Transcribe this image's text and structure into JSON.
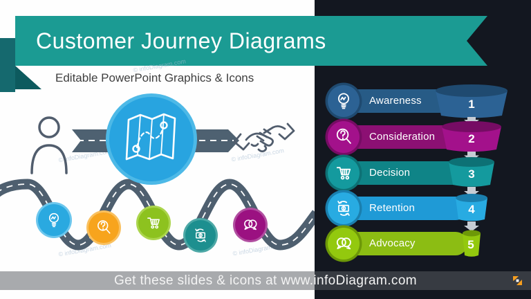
{
  "slide": {
    "title": "Customer Journey Diagrams",
    "subtitle": "Editable PowerPoint Graphics & Icons",
    "watermark": "© infoDiagram.com"
  },
  "funnel": {
    "stages": [
      {
        "label": "Awareness",
        "number": "1",
        "color": "#2c6294",
        "icon": "lightbulb-icon"
      },
      {
        "label": "Consideration",
        "number": "2",
        "color": "#a3118b",
        "icon": "search-question-icon"
      },
      {
        "label": "Decision",
        "number": "3",
        "color": "#149a9e",
        "icon": "cart-icon"
      },
      {
        "label": "Retention",
        "number": "4",
        "color": "#28abe2",
        "icon": "money-return-icon"
      },
      {
        "label": "Advocacy",
        "number": "5",
        "color": "#93c90e",
        "icon": "chat-bubbles-icon"
      }
    ]
  },
  "journey": {
    "start_icon": "person-icon",
    "middle_icon": "map-icon",
    "end_icon": "handshake-icon",
    "road_steps": [
      {
        "icon": "lightbulb-icon",
        "color": "#2aa9e0"
      },
      {
        "icon": "search-question-icon",
        "color": "#f7a41d"
      },
      {
        "icon": "cart-icon",
        "color": "#8dc21f"
      },
      {
        "icon": "money-return-icon",
        "color": "#1d8f8f"
      },
      {
        "icon": "chat-bubbles-icon",
        "color": "#9b1181"
      }
    ]
  },
  "footer": {
    "text": "Get these slides & icons at www.infoDiagram.com",
    "logo": "infodiagram-logo"
  },
  "colors": {
    "ribbon": "#1b9b93",
    "ribbon_dark": "#15696e",
    "background": "#131720",
    "road": "#4e5f6f",
    "accent_orange": "#f59d1e"
  }
}
